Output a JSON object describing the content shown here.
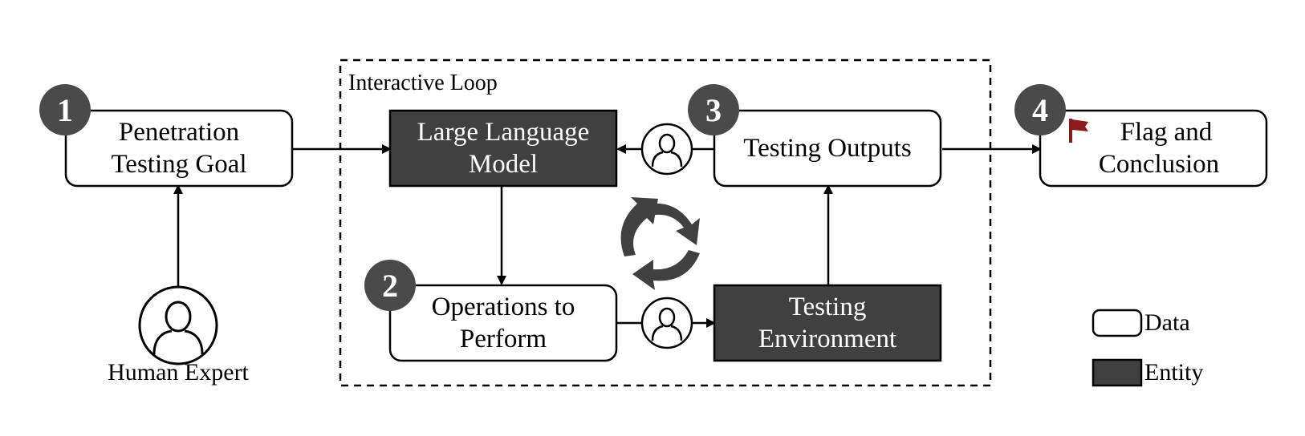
{
  "colors": {
    "entity_fill": "#404040",
    "data_fill": "#ffffff",
    "stroke": "#000000",
    "step_badge": "#4a4a4a",
    "flag": "#8b1a1a"
  },
  "loop_region": {
    "label": "Interactive Loop"
  },
  "nodes": {
    "goal": {
      "line1": "Penetration",
      "line2": "Testing Goal",
      "step": "1",
      "kind": "data"
    },
    "llm": {
      "line1": "Large Language",
      "line2": "Model",
      "kind": "entity"
    },
    "operations": {
      "line1": "Operations to",
      "line2": "Perform",
      "step": "2",
      "kind": "data"
    },
    "environment": {
      "line1": "Testing",
      "line2": "Environment",
      "kind": "entity"
    },
    "outputs": {
      "line1": "Testing Outputs",
      "step": "3",
      "kind": "data"
    },
    "conclusion": {
      "line1": "Flag and",
      "line2": "Conclusion",
      "step": "4",
      "kind": "data",
      "icon": "flag-icon"
    }
  },
  "human_expert": {
    "label": "Human Expert",
    "icon": "person-icon"
  },
  "legend": {
    "items": [
      {
        "label": "Data",
        "kind": "data"
      },
      {
        "label": "Entity",
        "kind": "entity"
      }
    ]
  },
  "cycle_icon": "recycle-arrows-icon"
}
